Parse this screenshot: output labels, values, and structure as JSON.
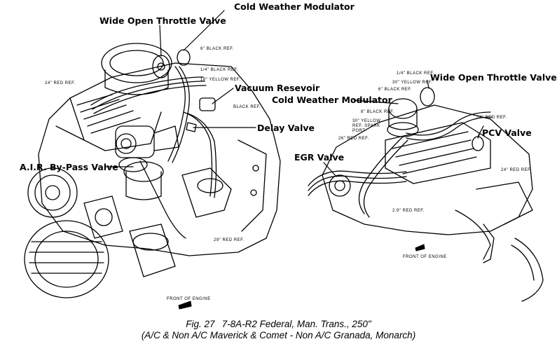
{
  "labels": {
    "cold_weather_modulator_left": "Cold Weather Modulator",
    "wide_open_throttle_left": "Wide Open Throttle Valve",
    "vacuum_reservoir": "Vacuum Resevoir",
    "delay_valve": "Delay Valve",
    "air_bypass_valve": "A.I.R. By-Pass Valve",
    "wide_open_throttle_right": "Wide Open Throttle Valve",
    "cold_weather_modulator_right": "Cold Weather Modulator",
    "pcv_valve": "PCV Valve",
    "egr_valve": "EGR Valve"
  },
  "hose_refs": {
    "left_black_top": "6\" BLACK REF.",
    "left_black_14": "1/4\" BLACK REF.",
    "left_red_24": "24\" RED REF.",
    "left_yellow_18": "18\" YELLOW REF.",
    "left_black_mid": "BLACK REF.",
    "left_red_29": "29\" RED REF.",
    "right_black_14": "1/4\" BLACK REF.",
    "right_yellow_30": "30\" YELLOW REF.",
    "right_black_6": "6\" BLACK REF.",
    "right_black_8": "8\" BLACK REF.",
    "right_yellow_spark": "30\" YELLOW REF. SPARK PORT",
    "right_red_26": "26\" RED REF.",
    "right_red_24": "24\" RED REF.",
    "right_red_24b": "24\" RED REF.",
    "right_red_29": "2.9\" RED REF."
  },
  "front_of_engine": {
    "left": "FRONT OF ENGINE",
    "right": "FRONT OF ENGINE"
  },
  "caption": {
    "fig": "Fig. 27",
    "code": "7-8A-R2 Federal, Man. Trans., 250\"",
    "subtitle": "(A/C & Non A/C Maverick & Comet - Non A/C Granada, Monarch)"
  }
}
